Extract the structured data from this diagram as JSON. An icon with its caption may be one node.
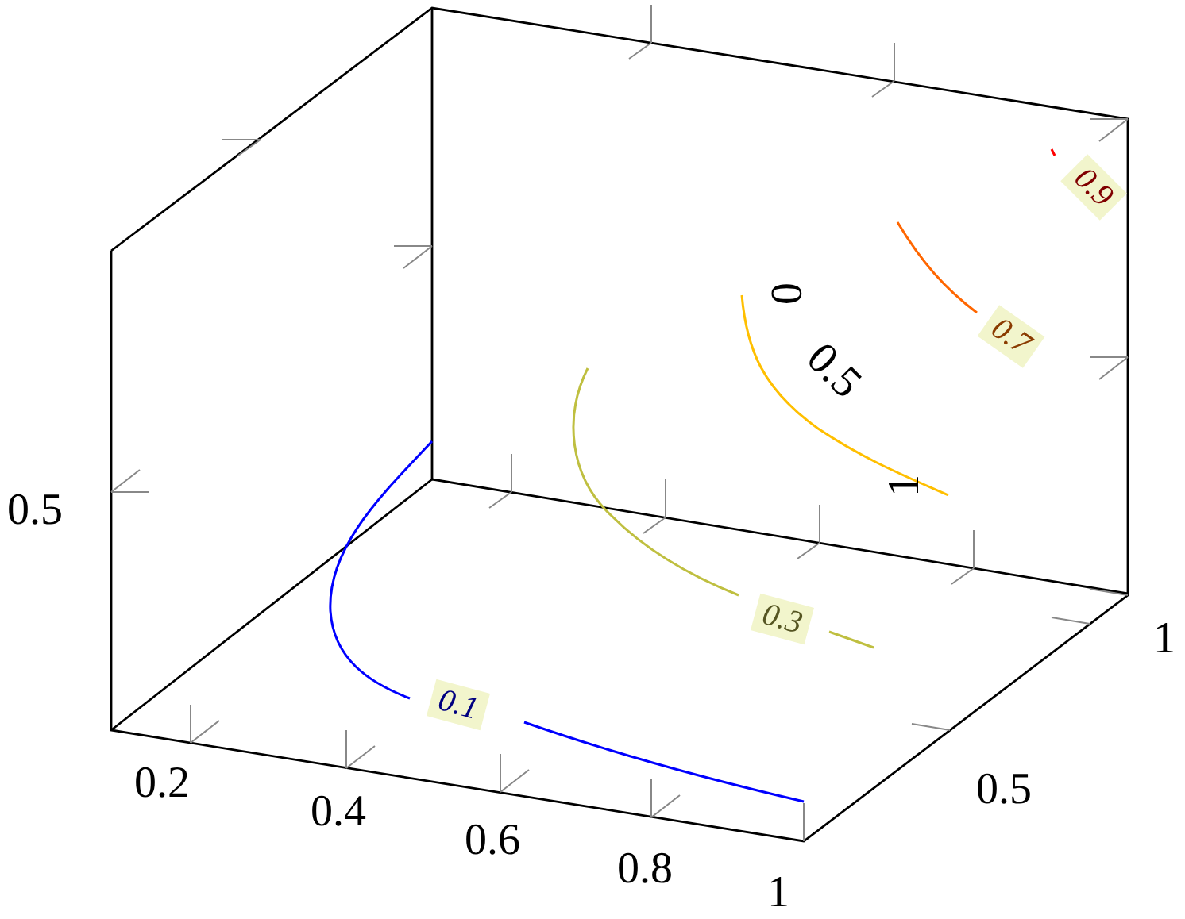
{
  "diagram": {
    "labels": [
      "0.9",
      "0",
      "0.7",
      "0.5",
      "1",
      "0.5",
      "0.3",
      "0.1",
      "1",
      "0.2",
      "0.5",
      "0.4",
      "0.6",
      "0.8",
      "1"
    ]
  }
}
